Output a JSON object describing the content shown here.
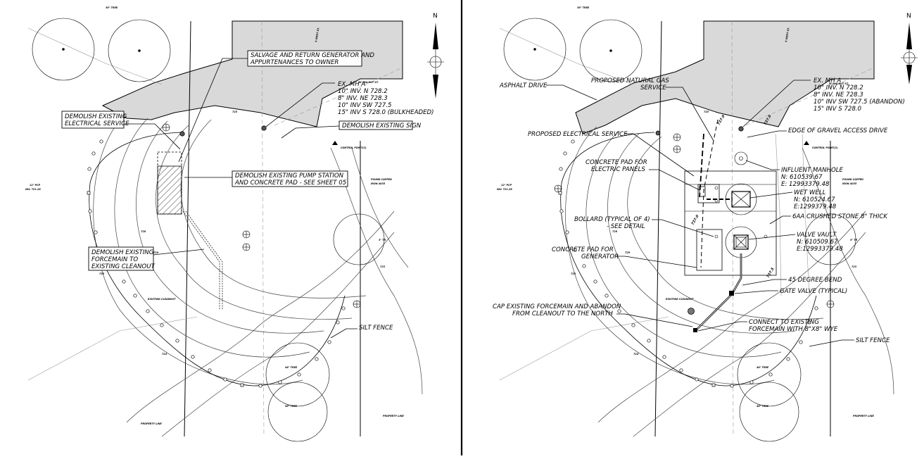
{
  "colors": {
    "paving": "#d9d9d9",
    "line": "#000000",
    "contour": "#444444",
    "divider": "#000000"
  },
  "demo_plan": {
    "labels": {
      "salvage_1": "SALVAGE AND RETURN GENERATOR AND",
      "salvage_2": "APPURTENANCES TO OWNER",
      "mh_1": "EX. MH A",
      "mh_2": "10\" INV. N  728.2",
      "mh_3": "8\" INV. NE  728.3",
      "mh_4": "10\" INV SW  727.5",
      "mh_5": "15\" INV S   728.0 (BULKHEADED)",
      "elec_1": "DEMOLISH EXISTING",
      "elec_2": "ELECTRICAL SERVICE",
      "sign": "DEMOLISH EXISTING SIGN",
      "pump_1": "DEMOLISH EXISTING PUMP STATION",
      "pump_2": "AND CONCRETE PAD - SEE SHEET 05",
      "fm_1": "DEMOLISH EXISTING",
      "fm_2": "FORCEMAIN TO",
      "fm_3": "EXISTING CLEANOUT",
      "silt": "SILT FENCE",
      "north": "N"
    },
    "small_labels": {
      "street_w": "W WALNUT ST.",
      "street_s": "S WEST ST.",
      "tree_36": "36\" TREE",
      "tree_48a": "48\" TREE",
      "tree_48b": "48\" TREE",
      "control": "CONTROL POINT(2)",
      "cleanout": "EXISTING CLEANOUT",
      "prop_a": "PROPERTY LINE",
      "prop_b": "PROPERTY LINE",
      "pcp_1": "12\" PCP",
      "pcp_2": "INV. 721.28",
      "iron_1": "FOUND CAPPED",
      "iron_2": "IRON 4035",
      "tree_3": "3\" TR"
    },
    "contours": [
      "723",
      "726",
      "729",
      "725",
      "724",
      "723"
    ]
  },
  "proposed_plan": {
    "labels": {
      "asphalt": "ASPHALT DRIVE",
      "gas_1": "PROPOSED NATURAL GAS",
      "gas_2": "SERVICE",
      "mh_1": "EX. MH A",
      "mh_2": "10\" INV. N  728.2",
      "mh_3": "8\" INV. NE  728.3",
      "mh_4": "10\" INV SW  727.5 (ABANDON)",
      "mh_5": "15\" INV S   728.0",
      "gravel": "EDGE OF GRAVEL ACCESS DRIVE",
      "elec": "PROPOSED ELECTRICAL SERVICE",
      "pad_panels_1": "CONCRETE PAD FOR",
      "pad_panels_2": "ELECTRIC PANELS",
      "influent_1": "INFLUENT MANHOLE",
      "influent_2": "N: 610539.67",
      "influent_3": "E: 12993379.48",
      "wet_1": "WET WELL",
      "wet_2": "N: 610524.67",
      "wet_3": "E:1299379.48",
      "stone": "6AA CRUSHED STONE 8\" THICK",
      "bollard_1": "BOLLARD (TYPICAL OF 4)",
      "bollard_2": "- SEE DETAIL",
      "valve_1": "VALVE VAULT",
      "valve_2": "N: 610509.67",
      "valve_3": "E:12993379.48",
      "pad_gen_1": "CONCRETE PAD FOR",
      "pad_gen_2": "GENERATOR",
      "bend": "45 DEGREE BEND",
      "gate": "GATE VALVE (TYPICAL)",
      "cap_1": "CAP EXISTING FORCEMAIN AND ABANDON",
      "cap_2": "FROM CLEANOUT TO THE NORTH",
      "connect_1": "CONNECT TO EXISTING",
      "connect_2": "FORCEMAIN WITH 8\"X8\" WYE",
      "silt": "SILT FENCE",
      "north": "N"
    },
    "small_labels": {
      "street_w": "W WALNUT ST.",
      "street_s": "S WEST ST.",
      "tree_36": "36\" TREE",
      "tree_48a": "48\" TREE",
      "tree_48b": "48\" TREE",
      "control": "CONTROL POINT(2)",
      "cleanout": "EXISTING CLEANOUT",
      "prop": "PROPERTY LINE",
      "pcp_1": "12\" PCP",
      "pcp_2": "INV. 721.28",
      "iron_1": "FOUND CAPPED",
      "iron_2": "IRON 4035",
      "tree_3": "3\" TR"
    },
    "spot_elevations": [
      "737.0",
      "737.0",
      "737.0",
      "737.5"
    ],
    "contours": [
      "723",
      "726",
      "729",
      "725",
      "724",
      "723"
    ]
  }
}
